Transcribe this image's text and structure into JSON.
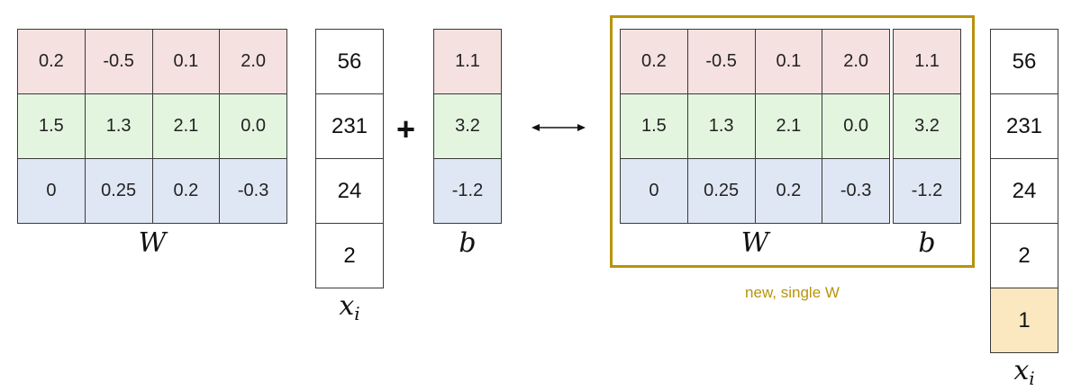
{
  "colors": {
    "row_0": "#f5e1e0",
    "row_1": "#e3f5df",
    "row_2": "#e0e7f4",
    "bias_one": "#fbe8c0",
    "highlight": "#b8930b",
    "text": "#111111"
  },
  "left": {
    "W": {
      "label": "W",
      "rows": [
        [
          "0.2",
          "-0.5",
          "0.1",
          "2.0"
        ],
        [
          "1.5",
          "1.3",
          "2.1",
          "0.0"
        ],
        [
          "0",
          "0.25",
          "0.2",
          "-0.3"
        ]
      ]
    },
    "x": {
      "label": "x",
      "subscript": "i",
      "values": [
        "56",
        "231",
        "24",
        "2"
      ]
    },
    "plus": "+",
    "b": {
      "label": "b",
      "values": [
        "1.1",
        "3.2",
        "-1.2"
      ]
    }
  },
  "arrow_icon": "double-arrow-icon",
  "right": {
    "W": {
      "label": "W",
      "rows": [
        [
          "0.2",
          "-0.5",
          "0.1",
          "2.0"
        ],
        [
          "1.5",
          "1.3",
          "2.1",
          "0.0"
        ],
        [
          "0",
          "0.25",
          "0.2",
          "-0.3"
        ]
      ]
    },
    "b": {
      "label": "b",
      "values": [
        "1.1",
        "3.2",
        "-1.2"
      ]
    },
    "caption": "new, single W",
    "x": {
      "label": "x",
      "subscript": "i",
      "values": [
        "56",
        "231",
        "24",
        "2",
        "1"
      ]
    }
  }
}
